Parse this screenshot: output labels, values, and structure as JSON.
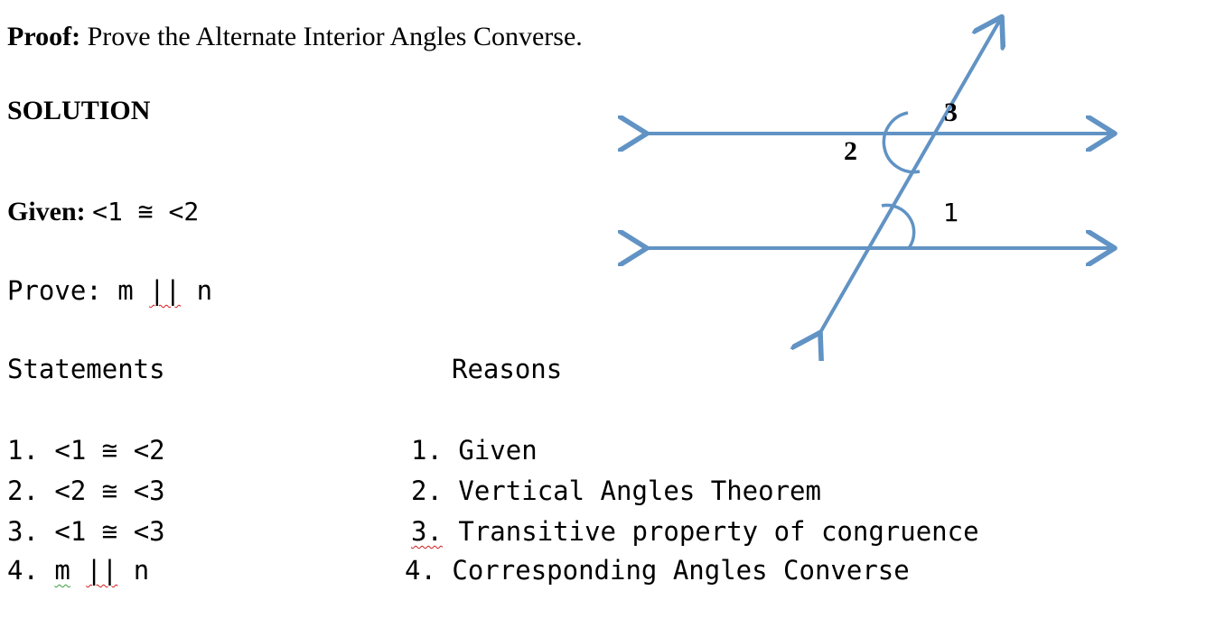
{
  "header": {
    "proof_label": "Proof:",
    "proof_text": "Prove the Alternate Interior Angles Converse.",
    "solution": "SOLUTION"
  },
  "given": {
    "label": "Given:",
    "text": "<1 ≅ <2"
  },
  "prove": {
    "label": "Prove:",
    "m": "m",
    "parallel": "||",
    "n": "n"
  },
  "columns": {
    "statements": "Statements",
    "reasons": "Reasons"
  },
  "statements": [
    {
      "num": "1.",
      "text": "<1 ≅ <2"
    },
    {
      "num": "2.",
      "text": "<2 ≅ <3"
    },
    {
      "num": "3.",
      "text": "<1 ≅ <3"
    },
    {
      "num": "4.",
      "m": "m",
      "parallel": "||",
      "n": "n"
    }
  ],
  "reasons": [
    {
      "num": "1.",
      "text": "Given"
    },
    {
      "num": "2.",
      "text": "Vertical Angles Theorem"
    },
    {
      "num": "3.",
      "text": "Transitive property of congruence"
    },
    {
      "num": "4.",
      "text": "Corresponding Angles Converse"
    }
  ],
  "diagram": {
    "labels": {
      "angle1": "1",
      "angle2": "2",
      "angle3": "3"
    },
    "line_color": "#6193c4"
  }
}
